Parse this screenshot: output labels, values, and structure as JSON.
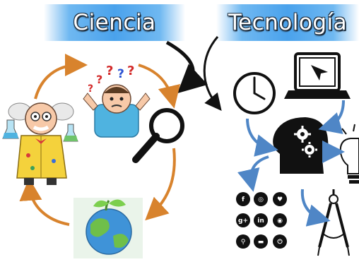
{
  "titles": {
    "ciencia": "Ciencia",
    "tecnologia": "Tecnología"
  },
  "question_marks": [
    "?",
    "?",
    "?",
    "?",
    "?"
  ],
  "social_icons": [
    "f",
    "◎",
    "♥",
    "g+",
    "in",
    "◉",
    "⚲",
    "▬",
    "⏻"
  ],
  "colors": {
    "banner": "#4aa2ec",
    "cycle_arrow": "#d8832d",
    "tech_arrow": "#4f86c6",
    "icon_black": "#111111"
  }
}
